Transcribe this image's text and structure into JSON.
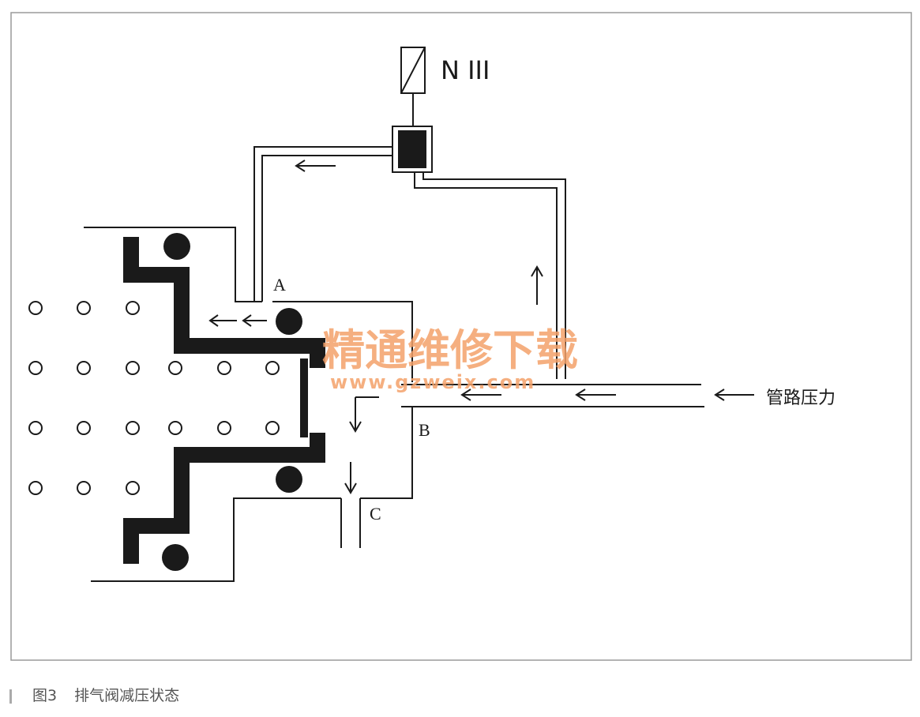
{
  "diagram": {
    "solenoid_label": "N III",
    "port_a": "A",
    "port_b": "B",
    "port_c": "C",
    "pressure_label": "管路压力",
    "watermark_text": "精通维修下载",
    "watermark_url": "www.gzweix.com"
  },
  "caption": {
    "figure_number": "图3",
    "title": "排气阀减压状态"
  },
  "colors": {
    "line": "#1a1a1a",
    "frame": "#9a9a9a",
    "watermark": "#f4a26a"
  }
}
